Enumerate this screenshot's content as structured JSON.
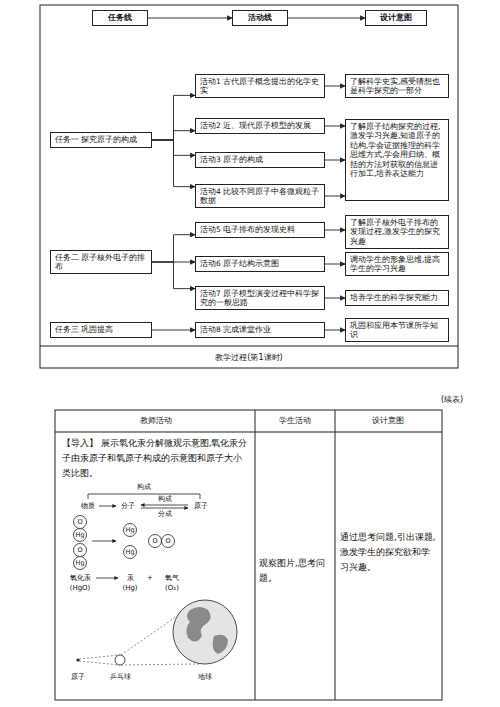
{
  "diagram": {
    "caption": "教学过程(第1课时)",
    "nodes": [
      {
        "text": [
          "任务线"
        ]
      },
      {
        "text": [
          "活动线"
        ]
      },
      {
        "text": [
          "设计意图"
        ]
      },
      {
        "text": [
          "任务一 探究原子的构成"
        ]
      },
      {
        "text": [
          "活动1 古代原子概念提出的化学史实"
        ]
      },
      {
        "text": [
          "了解科学史实,感受猜想也是科学探究的一部分"
        ]
      },
      {
        "text": [
          "活动2 近、现代原子模型的发展"
        ]
      },
      {
        "text": [
          "了解原子结构探究的过程,激发学习兴趣,知道原子的结构,学会证据推理的科学思维方式,学会用归纳、概括的方法对获取的信息进行加工,培养表达能力"
        ]
      },
      {
        "text": [
          "活动3 原子的构成"
        ]
      },
      {
        "text": [
          "活动4 比较不同原子中各微观粒子数据"
        ]
      },
      {
        "text": [
          "任务二 原子核外电子的排布"
        ]
      },
      {
        "text": [
          "活动5 电子排布的发现史料"
        ]
      },
      {
        "text": [
          "了解原子核外电子排布的发现过程,激发学生的探究兴趣"
        ]
      },
      {
        "text": [
          "活动6 原子结构示意图"
        ]
      },
      {
        "text": [
          "调动学生的形象思维,提高学生的学习兴趣"
        ]
      },
      {
        "text": [
          "活动7 原子模型演变过程中科学探究的一般思路"
        ]
      },
      {
        "text": [
          "培养学生的科学探究能力"
        ]
      },
      {
        "text": [
          "任务三 巩固提高"
        ]
      },
      {
        "text": [
          "活动8 完成课堂作业"
        ]
      },
      {
        "text": [
          "巩固和应用本节课所学知识"
        ]
      }
    ],
    "edges": [
      {
        "from": 0,
        "to": 1,
        "arrow": "to"
      },
      {
        "from": 1,
        "to": 2,
        "arrow": "to"
      },
      {
        "from": 3,
        "to": 4,
        "arrow": "to"
      },
      {
        "from": 3,
        "to": 6,
        "arrow": "to"
      },
      {
        "from": 3,
        "to": 8,
        "arrow": "to"
      },
      {
        "from": 3,
        "to": 9,
        "arrow": "to"
      },
      {
        "from": 4,
        "to": 5,
        "arrow": "to"
      },
      {
        "from": 6,
        "to": 7,
        "arrow": "to"
      },
      {
        "from": 8,
        "to": 7,
        "arrow": "to"
      },
      {
        "from": 9,
        "to": 7,
        "arrow": "to"
      },
      {
        "from": 10,
        "to": 11,
        "arrow": "to"
      },
      {
        "from": 10,
        "to": 13,
        "arrow": "to"
      },
      {
        "from": 10,
        "to": 15,
        "arrow": "to"
      },
      {
        "from": 11,
        "to": 12,
        "arrow": "to"
      },
      {
        "from": 13,
        "to": 14,
        "arrow": "to"
      },
      {
        "from": 15,
        "to": 16,
        "arrow": "to"
      },
      {
        "from": 17,
        "to": 18,
        "arrow": "to"
      },
      {
        "from": 18,
        "to": 19,
        "arrow": "to"
      }
    ],
    "labels": [
      "(续表)",
      "教师活动",
      "学生活动",
      "设计意图",
      "【导入】 展示氧化汞分解微观示意图,氧化汞分子由汞原子和氧原子构成的示意图和原子大小类比图。",
      "观察图片,思考问题。",
      "通过思考问题,引出课题,激发学生的探究欲和学习兴趣。",
      "构成",
      "物质",
      "分子",
      "构成",
      "分成",
      "原子",
      "O",
      "Hg",
      "O",
      "Hg",
      "Hg",
      "Hg",
      "O",
      "O",
      "氧化汞",
      "(HgO)",
      "汞",
      "(Hg)",
      "+",
      "氧气",
      "(O₂)",
      "原子",
      "乒乓球",
      "地球"
    ]
  }
}
